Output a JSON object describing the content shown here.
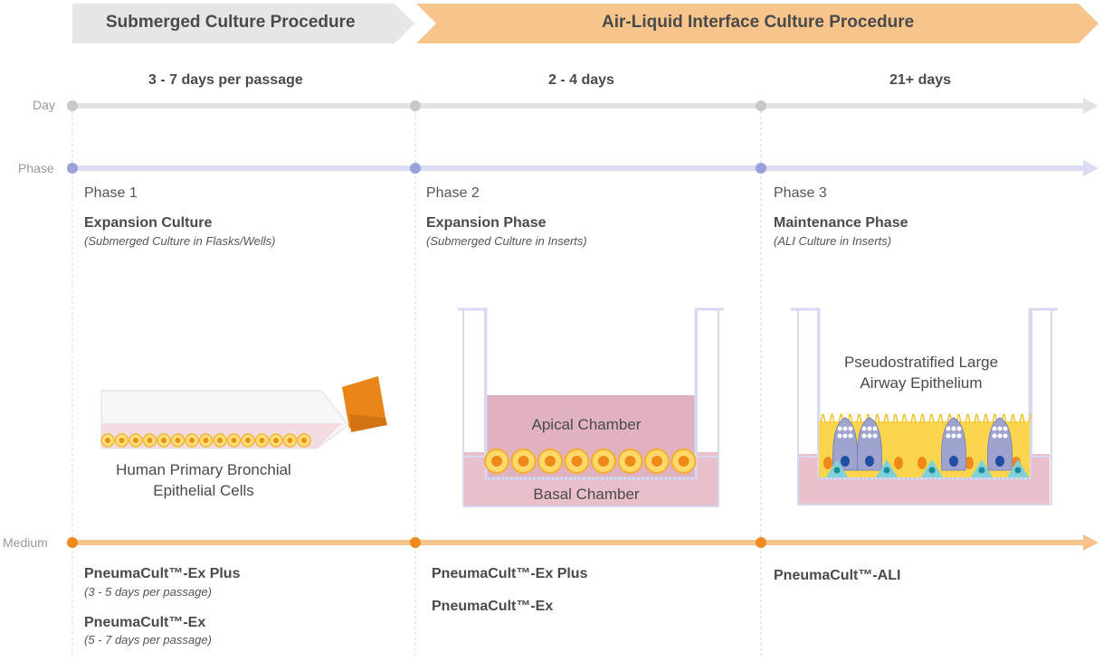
{
  "banners": {
    "submerged": "Submerged Culture Procedure",
    "ali": "Air-Liquid Interface Culture Procedure"
  },
  "durations": [
    "3 - 7 days per passage",
    "2 - 4 days",
    "21+ days"
  ],
  "rows": {
    "day": "Day",
    "phase": "Phase",
    "medium": "Medium"
  },
  "phases": [
    {
      "number": "Phase 1",
      "name": "Expansion Culture",
      "sub": "(Submerged Culture in Flasks/Wells)"
    },
    {
      "number": "Phase 2",
      "name": "Expansion Phase",
      "sub": "(Submerged Culture in Inserts)"
    },
    {
      "number": "Phase 3",
      "name": "Maintenance Phase",
      "sub": "(ALI Culture in Inserts)"
    }
  ],
  "illustrations": {
    "flask_caption_1": "Human Primary Bronchial",
    "flask_caption_2": "Epithelial Cells",
    "apical": "Apical Chamber",
    "basal": "Basal Chamber",
    "epithelium_1": "Pseudostratified Large",
    "epithelium_2": "Airway Epithelium"
  },
  "media": {
    "col1": [
      {
        "name": "PneumaCult™-Ex Plus",
        "note": "(3 - 5 days per passage)"
      },
      {
        "name": "PneumaCult™-Ex",
        "note": "(5 - 7 days per passage)"
      }
    ],
    "col2": [
      {
        "name": "PneumaCult™-Ex Plus"
      },
      {
        "name": "PneumaCult™-Ex"
      }
    ],
    "col3": [
      {
        "name": "PneumaCult™-ALI"
      }
    ]
  },
  "colors": {
    "gray_banner": "#e6e6e6",
    "orange_banner": "#f7c48c",
    "day_line": "#e3e3e3",
    "phase_line": "#d9dcf2",
    "medium_line": "#f8c48b",
    "medium_dot": "#f08a1c",
    "phase_dot": "#9aa0d8",
    "day_dot": "#c8c8c8",
    "chamber_fill": "#e4b4c0"
  }
}
